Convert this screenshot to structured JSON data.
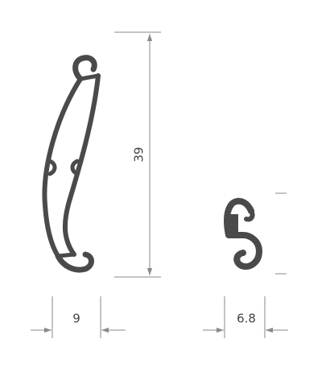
{
  "colors": {
    "profile": "#4a4a4a",
    "dimension": "#8a8a8a",
    "text": "#444444",
    "background": "#ffffff"
  },
  "dimensions": {
    "profile_height": "39",
    "profile_width": "9",
    "hook_width": "6.8"
  }
}
